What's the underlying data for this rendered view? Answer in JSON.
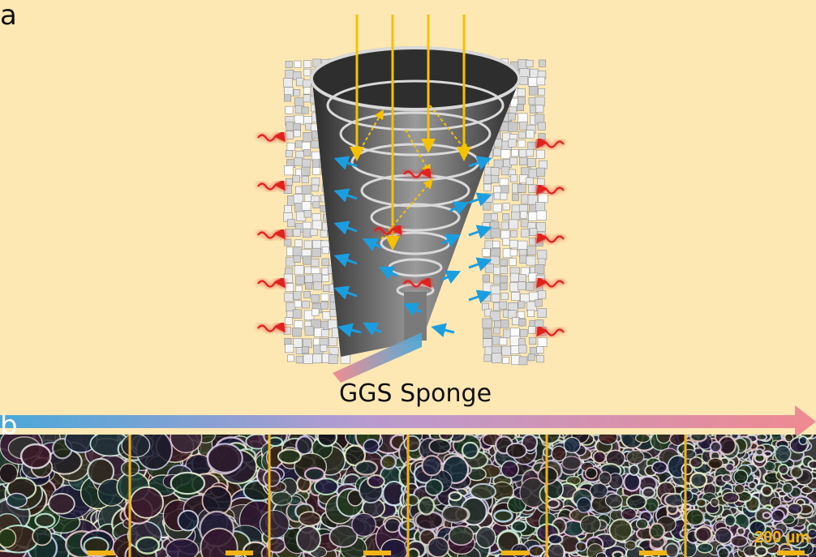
{
  "panels": {
    "a": "a",
    "b": "b"
  },
  "caption": "GGS Sponge",
  "scale_bar_label": "200 µm",
  "colors": {
    "background": "#fde8b4",
    "sunlight": "#f6c200",
    "heat": "#e0201e",
    "vapor": "#1b9ee0",
    "gradient_start": "#4aa8d8",
    "gradient_end": "#f08a90",
    "scale_bar": "#f2b315"
  },
  "sem_panels": 6
}
